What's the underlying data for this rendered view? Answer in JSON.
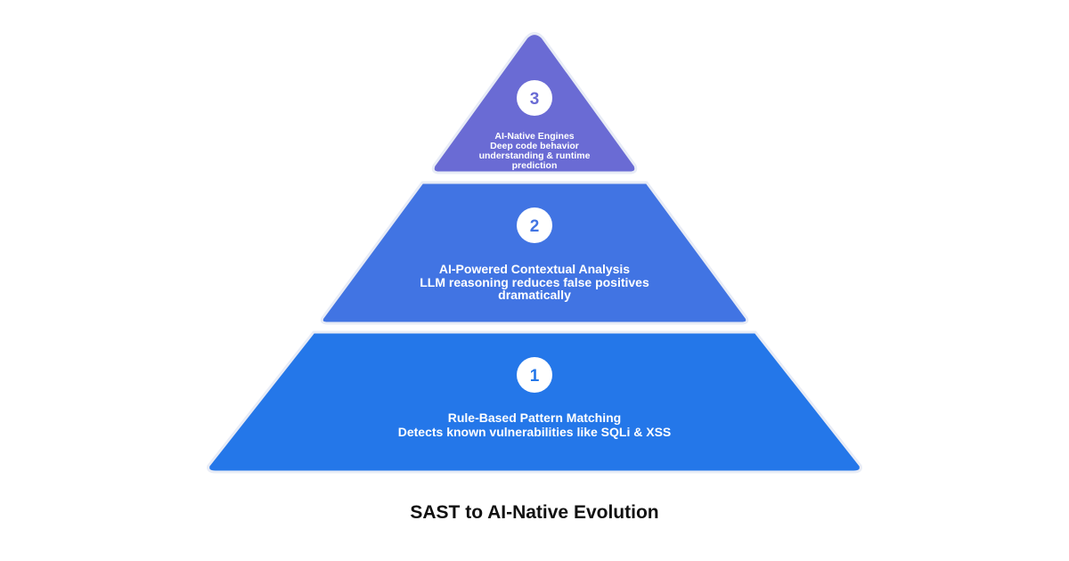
{
  "title": "SAST to AI-Native Evolution",
  "colors": {
    "tier1": "#2477E9",
    "tier2": "#4174E3",
    "tier3": "#6A6BD4",
    "tier_stroke": "#E8ECF6",
    "badge_bg": "#ffffff"
  },
  "tiers": [
    {
      "number": "1",
      "title": "Rule-Based Pattern Matching",
      "description_lines": [
        "Detects known vulnerabilities like SQLi & XSS"
      ]
    },
    {
      "number": "2",
      "title": "AI-Powered Contextual Analysis",
      "description_lines": [
        "LLM reasoning reduces false positives",
        "dramatically"
      ]
    },
    {
      "number": "3",
      "title": "AI-Native Engines",
      "description_lines": [
        "Deep code behavior",
        "understanding & runtime",
        "prediction"
      ]
    }
  ]
}
